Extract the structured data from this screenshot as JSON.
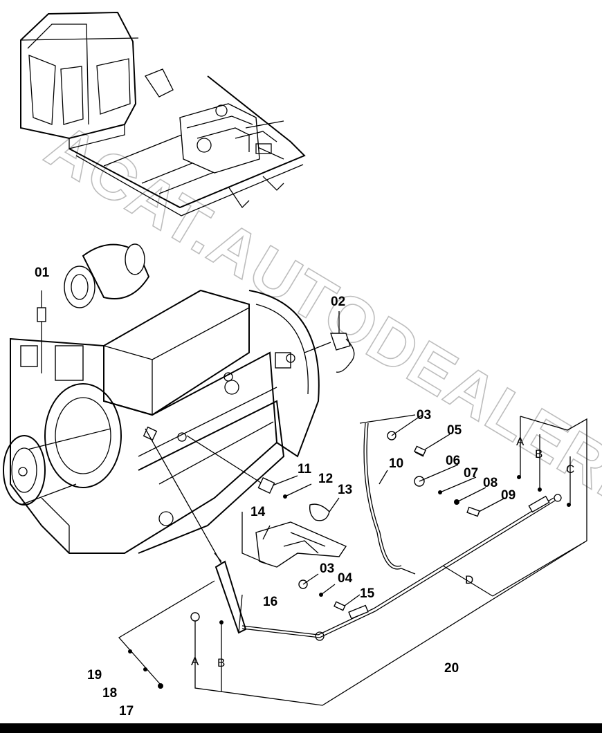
{
  "watermark": "ACAT.AUTODEALER.RU",
  "callouts": [
    {
      "id": "01",
      "label": "01"
    },
    {
      "id": "02",
      "label": "02"
    },
    {
      "id": "03a",
      "label": "03"
    },
    {
      "id": "05",
      "label": "05"
    },
    {
      "id": "06",
      "label": "06"
    },
    {
      "id": "07",
      "label": "07"
    },
    {
      "id": "08",
      "label": "08"
    },
    {
      "id": "09",
      "label": "09"
    },
    {
      "id": "10",
      "label": "10"
    },
    {
      "id": "11",
      "label": "11"
    },
    {
      "id": "12",
      "label": "12"
    },
    {
      "id": "13",
      "label": "13"
    },
    {
      "id": "14",
      "label": "14"
    },
    {
      "id": "03b",
      "label": "03"
    },
    {
      "id": "04",
      "label": "04"
    },
    {
      "id": "15",
      "label": "15"
    },
    {
      "id": "16",
      "label": "16"
    },
    {
      "id": "17",
      "label": "17"
    },
    {
      "id": "18",
      "label": "18"
    },
    {
      "id": "19",
      "label": "19"
    },
    {
      "id": "20",
      "label": "20"
    }
  ],
  "letters": {
    "right_a": "A",
    "right_b": "B",
    "right_c": "C",
    "mid_d": "D",
    "left_a": "A",
    "left_b": "B"
  }
}
